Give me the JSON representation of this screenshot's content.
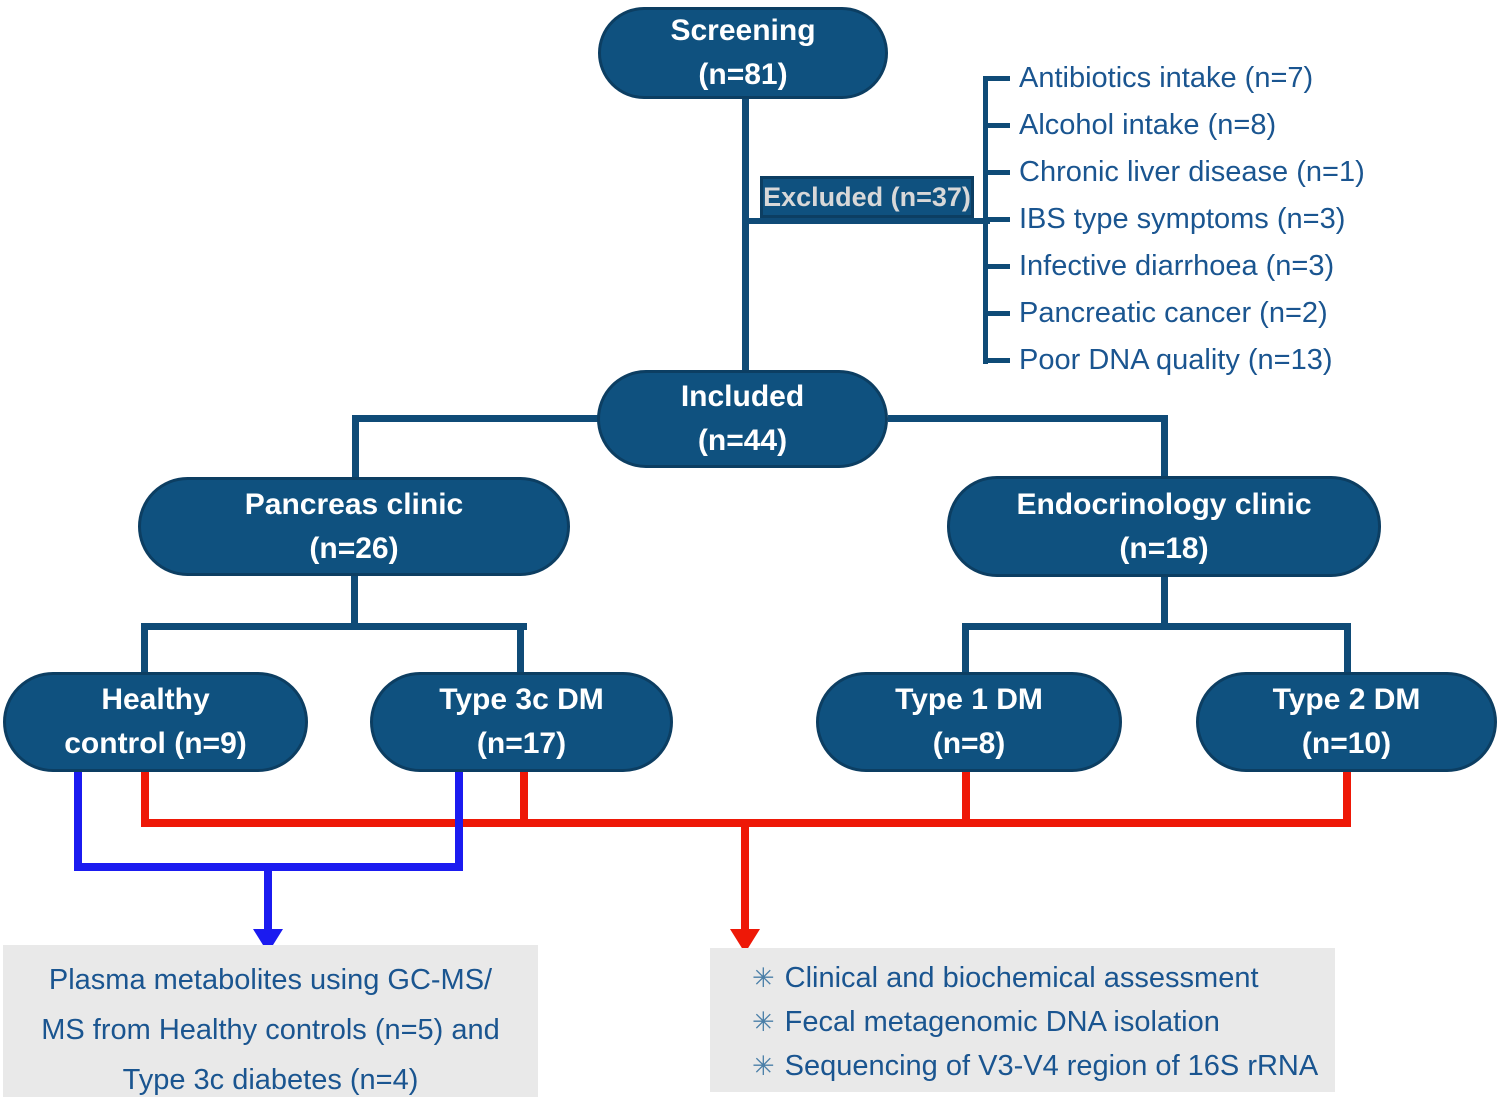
{
  "colors": {
    "node_fill": "#0f517f",
    "node_border": "#0c3e62",
    "node_text": "#ffffff",
    "line_dark": "#0f4b77",
    "flow_red": "#ee1807",
    "flow_blue": "#1b1bf0",
    "panel_bg": "#e9e9e9",
    "text_blue": "#1a5590",
    "excluded_text": "#d8d8d8",
    "bullet_color": "#4a7fa8"
  },
  "nodes": {
    "screening": {
      "line1": "Screening",
      "line2": "(n=81)"
    },
    "included": {
      "line1": "Included",
      "line2": "(n=44)"
    },
    "pancreas": {
      "line1": "Pancreas clinic",
      "line2": "(n=26)"
    },
    "endocrinology": {
      "line1": "Endocrinology clinic",
      "line2": "(n=18)"
    },
    "healthy": {
      "line1": "Healthy",
      "line2": "control (n=9)"
    },
    "type3c": {
      "line1": "Type 3c DM",
      "line2": "(n=17)"
    },
    "type1": {
      "line1": "Type 1 DM",
      "line2": "(n=8)"
    },
    "type2": {
      "line1": "Type 2 DM",
      "line2": "(n=10)"
    }
  },
  "excluded": {
    "label": "Excluded (n=37)",
    "reasons": [
      "Antibiotics intake (n=7)",
      "Alcohol intake (n=8)",
      "Chronic liver disease (n=1)",
      "IBS type symptoms (n=3)",
      "Infective diarrhoea (n=3)",
      "Pancreatic cancer (n=2)",
      "Poor DNA quality (n=13)"
    ]
  },
  "outcomes": {
    "metabolites": {
      "line1": "Plasma metabolites using GC-MS/",
      "line2": "MS from Healthy controls (n=5) and",
      "line3": "Type 3c diabetes (n=4)"
    },
    "assessments": {
      "bullet": "✳",
      "items": [
        "Clinical and biochemical assessment",
        "Fecal metagenomic DNA isolation",
        "Sequencing of V3-V4 region of 16S rRNA"
      ]
    }
  }
}
